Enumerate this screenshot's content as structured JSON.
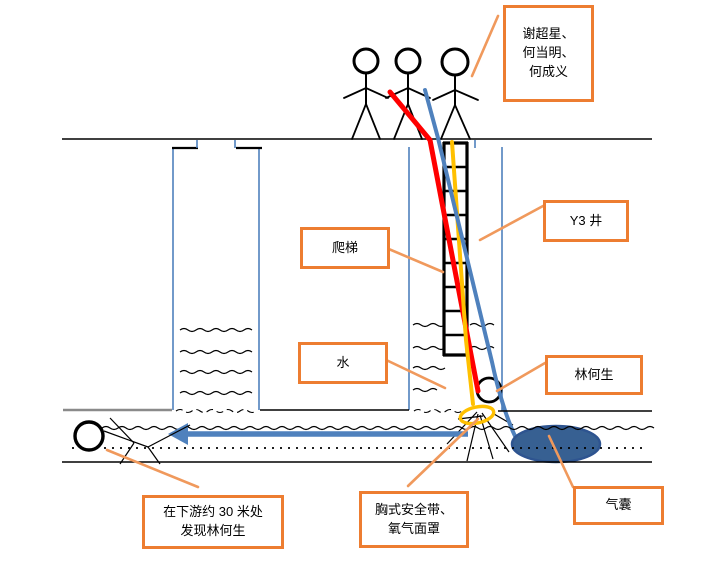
{
  "diagram": {
    "type": "well-accident-rescue-schematic",
    "callouts": {
      "rescuers": "谢超星、\n何当明、\n何成义",
      "well_name": "Y3 井",
      "ladder": "爬梯",
      "water": "水",
      "victim_name": "林何生",
      "found_downstream": "在下游约 30 米处\n发现林何生",
      "harness_mask": "胸式安全带、\n氧气面罩",
      "airbag": "气囊"
    },
    "colors": {
      "callout_border": "#ED7D31",
      "leader_line": "#F0995C",
      "rope_red": "#FF0000",
      "rope_yellow": "#FFC000",
      "rope_blue": "#4F81BD",
      "flow_arrow": "#4F81BD",
      "airbag_fill": "#376092",
      "airbag_stroke": "#2E5490",
      "well_wall": "#4F81BD",
      "line_black": "#000000"
    }
  }
}
